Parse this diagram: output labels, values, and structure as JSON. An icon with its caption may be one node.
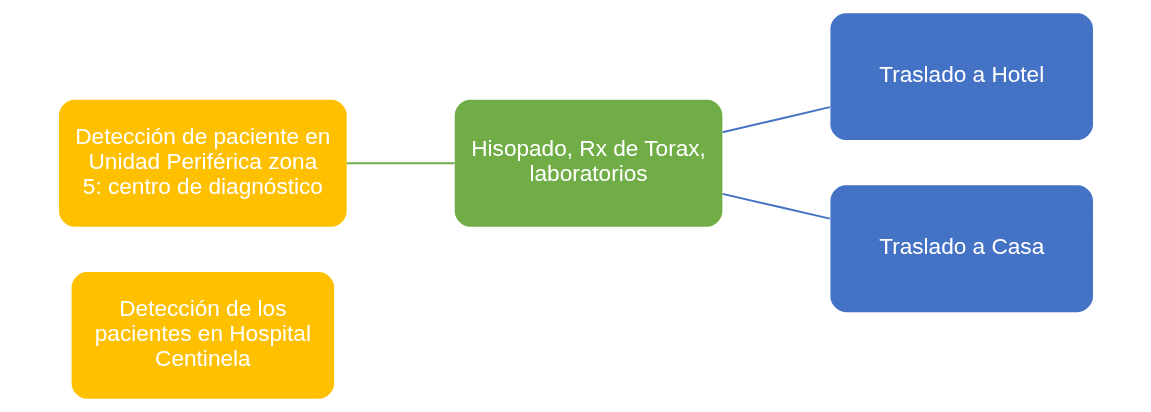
{
  "diagram": {
    "nodes": [
      {
        "text": [
          "Detección de los pacientes en Hospital Centinela"
        ]
      },
      {
        "text": [
          "Detección de paciente en Unidad Periférica zona 5: centro de diagnóstico"
        ]
      },
      {
        "text": [
          "Hisopado, Rx de Torax, laboratorios"
        ]
      },
      {
        "text": [
          "Traslado a Hotel"
        ]
      },
      {
        "text": [
          "Traslado a Casa"
        ]
      }
    ],
    "edges": [
      {
        "from": 1,
        "to": 2,
        "arrow": "none",
        "color": "#70ad47"
      },
      {
        "from": 2,
        "to": 3,
        "arrow": "none"
      },
      {
        "from": 2,
        "to": 4,
        "arrow": "none"
      }
    ]
  }
}
